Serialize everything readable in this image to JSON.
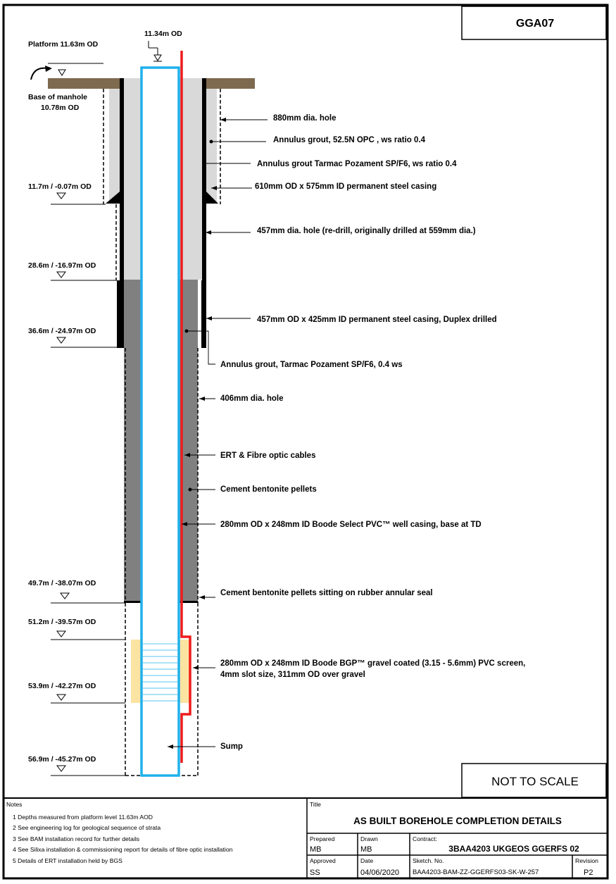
{
  "drawing_id": "GGA07",
  "scale_note": "NOT TO SCALE",
  "top_level": "11.34m OD",
  "platform": "Platform 11.63m OD",
  "base_manhole_1": "Base of manhole",
  "base_manhole_2": "10.78m OD",
  "depths": [
    "11.7m / -0.07m OD",
    "28.6m / -16.97m OD",
    "36.6m / -24.97m OD",
    "49.7m / -38.07m OD",
    "51.2m / -39.57m OD",
    "53.9m / -42.27m OD",
    "56.9m / -45.27m OD"
  ],
  "annotations": [
    "880mm dia. hole",
    "Annulus grout, 52.5N OPC , ws ratio 0.4",
    "Annulus grout Tarmac Pozament SP/F6, ws ratio 0.4",
    "610mm OD x 575mm ID permanent steel casing",
    "457mm dia. hole (re-drill, originally drilled at 559mm dia.)",
    "457mm OD x 425mm ID permanent steel casing, Duplex drilled",
    "Annulus grout, Tarmac Pozament SP/F6, 0.4 ws",
    "406mm dia. hole",
    "ERT & Fibre optic cables",
    "Cement bentonite pellets",
    "280mm OD x 248mm ID Boode Select PVC™ well casing, base at TD",
    "Cement bentonite pellets sitting on rubber annular seal",
    "280mm OD x 248mm ID Boode BGP™ gravel coated (3.15 - 5.6mm) PVC screen,",
    "4mm slot size, 311mm OD over gravel",
    "Sump"
  ],
  "notes": {
    "heading": "Notes",
    "items": [
      "1  Depths measured from platform level 11.63m AOD",
      "2  See engineering log for geological sequence of strata",
      "3  See BAM installation record for further details",
      "4  See Silixa installation & commissioning report for details of fibre optic installation",
      "5  Details of ERT installation held by BGS"
    ]
  },
  "title_block": {
    "title_label": "Title",
    "title": "AS BUILT BOREHOLE COMPLETION DETAILS",
    "prepared_label": "Prepared",
    "prepared": "MB",
    "drawn_label": "Drawn",
    "drawn": "MB",
    "contract_label": "Contract:",
    "contract": "3BAA4203 UKGEOS GGERFS 02",
    "approved_label": "Approved",
    "approved": "SS",
    "date_label": "Date",
    "date": "04/06/2020",
    "sketch_label": "Sketch. No.",
    "sketch": "BAA4203-BAM-ZZ-GGERFS03-SK-W-257",
    "revision_label": "Revision",
    "revision": "P2"
  },
  "colors": {
    "well_casing": "#1fb0ec",
    "cable": "#ee1c1c",
    "grout_light": "#d9d9d9",
    "grout_dark": "#808080",
    "gravel": "#fbe3a2",
    "ground": "#7d6a4f"
  }
}
